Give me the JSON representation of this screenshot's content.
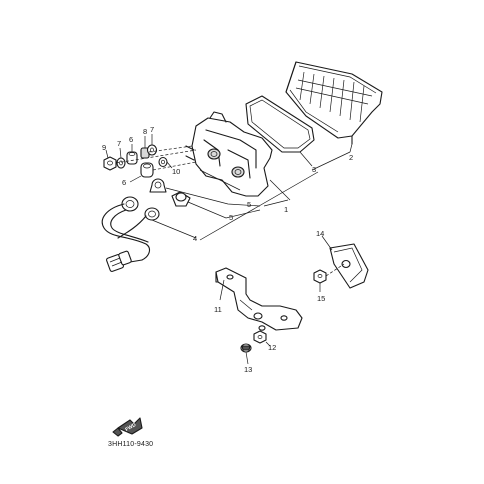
{
  "diagram": {
    "part_numbers": [
      "1",
      "2",
      "3",
      "4",
      "5",
      "5",
      "6",
      "6",
      "7",
      "7",
      "8",
      "9",
      "10",
      "11",
      "12",
      "13",
      "14",
      "15"
    ],
    "figure_code": "3HH110-9430",
    "forward_arrow_label": "FWD",
    "stroke_color": "#1a1a1a"
  }
}
